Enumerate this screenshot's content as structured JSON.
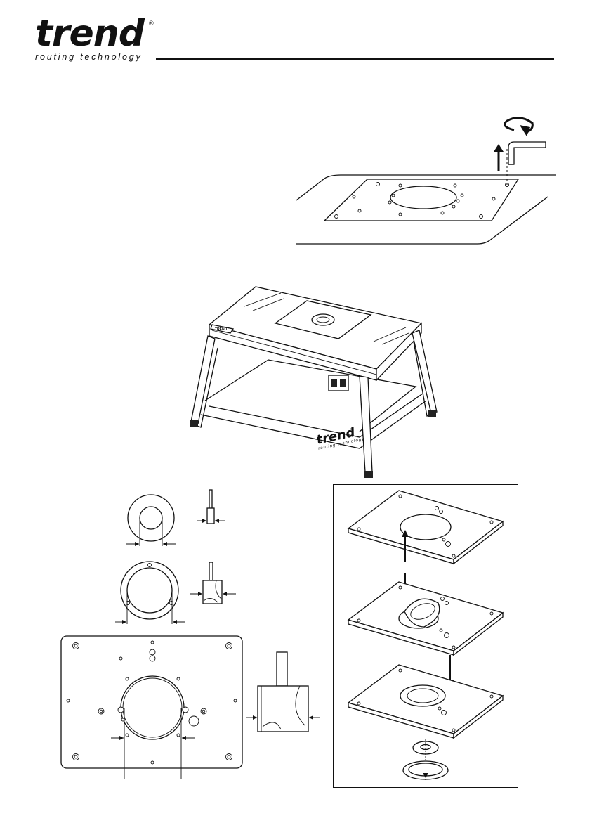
{
  "header": {
    "brand": "trend",
    "registered": "®",
    "tagline": "routing technology"
  },
  "table_logo": {
    "brand": "trend",
    "registered": "®",
    "tagline": "routing technology"
  },
  "table": {
    "plate_label": "TREND"
  }
}
